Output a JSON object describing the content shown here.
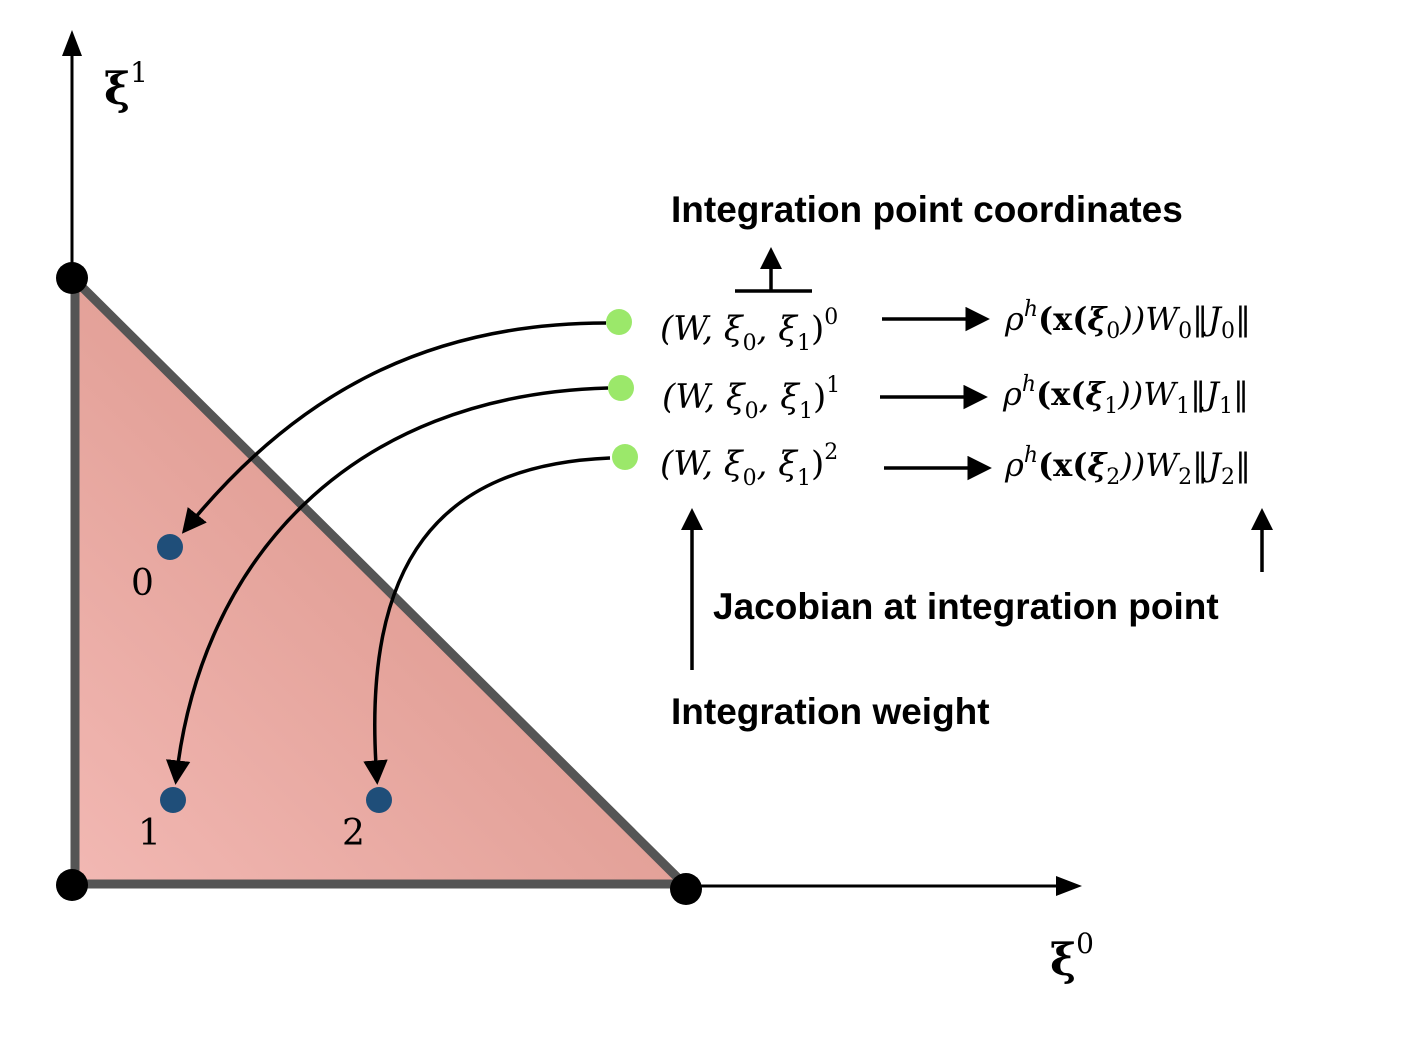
{
  "axes": {
    "x_label": "ξ",
    "x_sup": "0",
    "y_label": "ξ",
    "y_sup": "1"
  },
  "colors": {
    "triangle_fill_light": "#f2b8b3",
    "triangle_fill_dark": "#d48a7e",
    "triangle_edge": "#555555",
    "vertex": "#000000",
    "integration_point": "#1f4e79",
    "tuple_marker": "#9be86a",
    "arrow": "#000000"
  },
  "integration_points": [
    {
      "label": "0"
    },
    {
      "label": "1"
    },
    {
      "label": "2"
    }
  ],
  "tuples": [
    {
      "open": "(W, ξ",
      "s0": "0",
      "mid": ", ξ",
      "s1": "1",
      "close": ")",
      "sup": "0"
    },
    {
      "open": "(W, ξ",
      "s0": "0",
      "mid": ", ξ",
      "s1": "1",
      "close": ")",
      "sup": "1"
    },
    {
      "open": "(W, ξ",
      "s0": "0",
      "mid": ", ξ",
      "s1": "1",
      "close": ")",
      "sup": "2"
    }
  ],
  "results": [
    {
      "rho": "ρ",
      "h": "h",
      "a": "(x(",
      "xi": "ξ",
      "i": "0",
      "b": "))W",
      "w": "0",
      "c": "‖J",
      "j": "0",
      "d": "‖"
    },
    {
      "rho": "ρ",
      "h": "h",
      "a": "(x(",
      "xi": "ξ",
      "i": "1",
      "b": "))W",
      "w": "1",
      "c": "‖J",
      "j": "1",
      "d": "‖"
    },
    {
      "rho": "ρ",
      "h": "h",
      "a": "(x(",
      "xi": "ξ",
      "i": "2",
      "b": "))W",
      "w": "2",
      "c": "‖J",
      "j": "2",
      "d": "‖"
    }
  ],
  "annotations": {
    "coordinates": "Integration point coordinates",
    "jacobian": "Jacobian at integration point",
    "weight": "Integration weight"
  }
}
